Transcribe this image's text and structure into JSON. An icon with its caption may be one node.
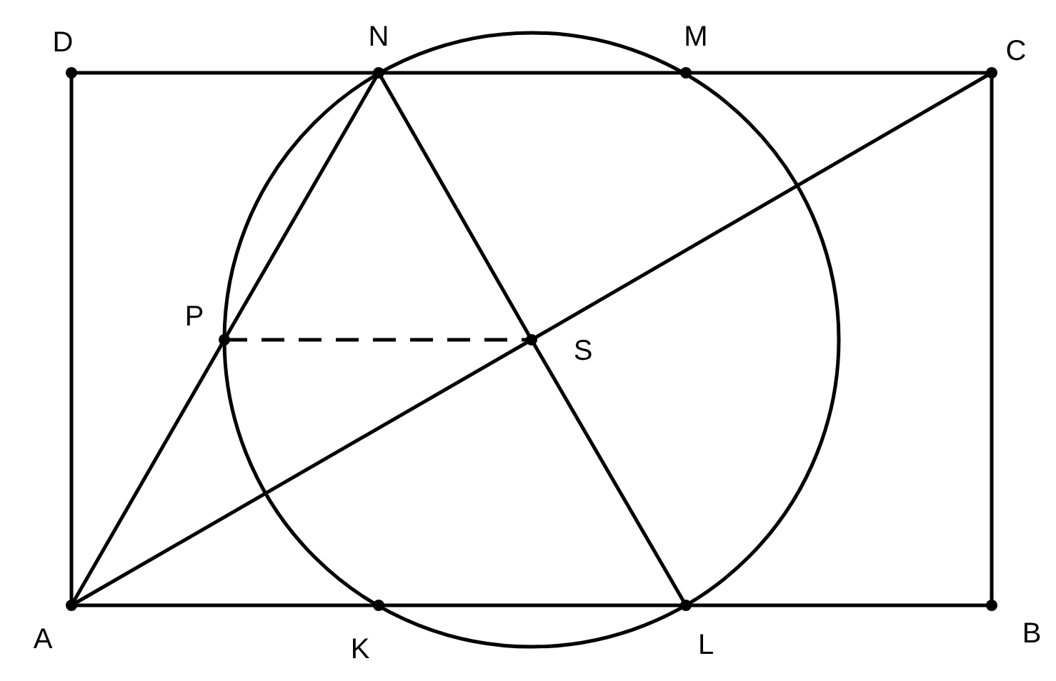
{
  "diagram": {
    "nodes": [
      {
        "text": [
          "D"
        ]
      },
      {
        "text": [
          "N"
        ]
      },
      {
        "text": [
          "M"
        ]
      },
      {
        "text": [
          "C"
        ]
      },
      {
        "text": [
          "P"
        ]
      },
      {
        "text": [
          "S"
        ]
      },
      {
        "text": [
          "A"
        ]
      },
      {
        "text": [
          "K"
        ]
      },
      {
        "text": [
          "L"
        ]
      },
      {
        "text": [
          "B"
        ]
      }
    ],
    "edges": [
      {
        "from": 6,
        "to": 7,
        "arrow": "none"
      },
      {
        "from": 7,
        "to": 8,
        "arrow": "none"
      },
      {
        "from": 8,
        "to": 9,
        "arrow": "none"
      },
      {
        "from": 9,
        "to": 3,
        "arrow": "none"
      },
      {
        "from": 3,
        "to": 2,
        "arrow": "none"
      },
      {
        "from": 2,
        "to": 1,
        "arrow": "none"
      },
      {
        "from": 1,
        "to": 0,
        "arrow": "none"
      },
      {
        "from": 0,
        "to": 6,
        "arrow": "none"
      },
      {
        "from": 6,
        "to": 4,
        "arrow": "none"
      },
      {
        "from": 4,
        "to": 1,
        "arrow": "none"
      },
      {
        "from": 1,
        "to": 5,
        "arrow": "none"
      },
      {
        "from": 5,
        "to": 8,
        "arrow": "none"
      },
      {
        "from": 6,
        "to": 5,
        "arrow": "none"
      },
      {
        "from": 5,
        "to": 3,
        "arrow": "none"
      },
      {
        "from": 4,
        "to": 5,
        "arrow": "none",
        "style": "dashed"
      }
    ]
  }
}
